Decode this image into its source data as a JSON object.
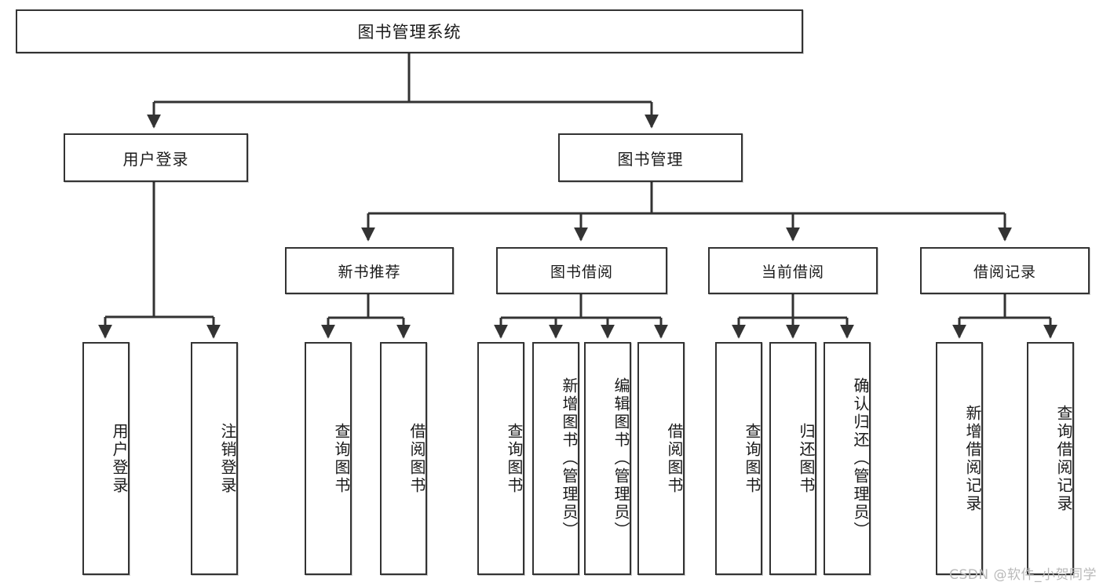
{
  "diagram": {
    "type": "tree",
    "title": "图书管理系统",
    "watermark": "CSDN @软件_小贺同学",
    "colors": {
      "box_border": "#333333",
      "box_fill": "#ffffff",
      "edge": "#333333",
      "text": "#1a1a1a",
      "watermark": "#b9b9b9",
      "background": "#ffffff"
    },
    "root": {
      "label": "图书管理系统"
    },
    "level2": [
      {
        "label": "用户登录"
      },
      {
        "label": "图书管理"
      }
    ],
    "level3": [
      {
        "label": "新书推荐"
      },
      {
        "label": "图书借阅"
      },
      {
        "label": "当前借阅"
      },
      {
        "label": "借阅记录"
      }
    ],
    "leaves": {
      "user_login": [
        {
          "label": "用户登录"
        },
        {
          "label": "注销登录"
        }
      ],
      "new_book_recommend": [
        {
          "label": "查询图书"
        },
        {
          "label": "借阅图书"
        }
      ],
      "book_borrow": [
        {
          "label": "查询图书"
        },
        {
          "label": "新增图书（管理员）"
        },
        {
          "label": "编辑图书（管理员）"
        },
        {
          "label": "借阅图书"
        }
      ],
      "current_borrow": [
        {
          "label": "查询图书"
        },
        {
          "label": "归还图书"
        },
        {
          "label": "确认归还（管理员）"
        }
      ],
      "borrow_record": [
        {
          "label": "新增借阅记录"
        },
        {
          "label": "查询借阅记录"
        }
      ]
    }
  }
}
